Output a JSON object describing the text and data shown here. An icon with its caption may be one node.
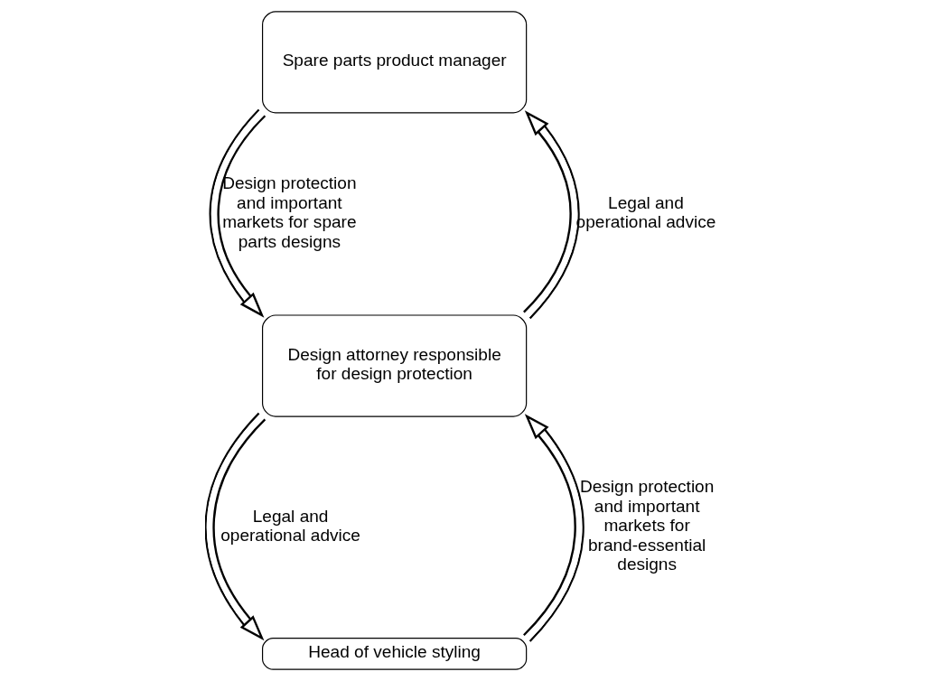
{
  "diagram": {
    "nodes": [
      {
        "text": [
          "Spare parts product manager"
        ]
      },
      {
        "text": [
          "Design attorney responsible for design protection"
        ]
      },
      {
        "text": [
          "Head of vehicle styling"
        ]
      }
    ],
    "edges": [
      {
        "from": 0,
        "to": 1,
        "arrow": "to",
        "label": "Design protection and important markets for spare parts designs"
      },
      {
        "from": 1,
        "to": 0,
        "arrow": "to",
        "label": "Legal and operational advice"
      },
      {
        "from": 2,
        "to": 1,
        "arrow": "to",
        "label": "Design protection and important markets for brand-essential designs"
      },
      {
        "from": 1,
        "to": 2,
        "arrow": "to",
        "label": "Legal and operational advice"
      }
    ]
  }
}
